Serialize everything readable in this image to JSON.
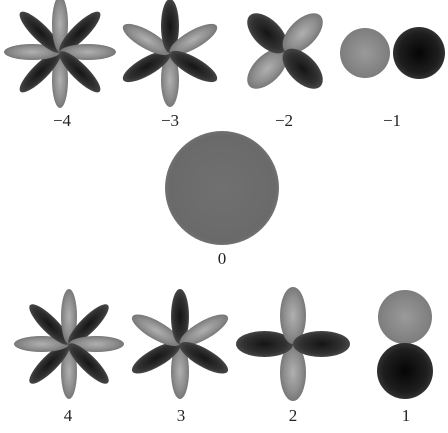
{
  "figure": {
    "modes": [
      {
        "label": "−4",
        "petals": 8,
        "kind": "flower"
      },
      {
        "label": "−3",
        "petals": 6,
        "kind": "flower"
      },
      {
        "label": "−2",
        "petals": 4,
        "kind": "flower"
      },
      {
        "label": "−1",
        "petals": 2,
        "kind": "dipole"
      },
      {
        "label": "0",
        "petals": 0,
        "kind": "disk"
      },
      {
        "label": "4",
        "petals": 8,
        "kind": "flower"
      },
      {
        "label": "3",
        "petals": 6,
        "kind": "flower"
      },
      {
        "label": "2",
        "petals": 4,
        "kind": "flower"
      },
      {
        "label": "1",
        "petals": 2,
        "kind": "dipole"
      }
    ],
    "colors": {
      "light_lobe": "#8e8e8e",
      "dark_lobe": "#2e2e2e",
      "disk": "#6d6d6d",
      "background": "#ffffff"
    }
  }
}
